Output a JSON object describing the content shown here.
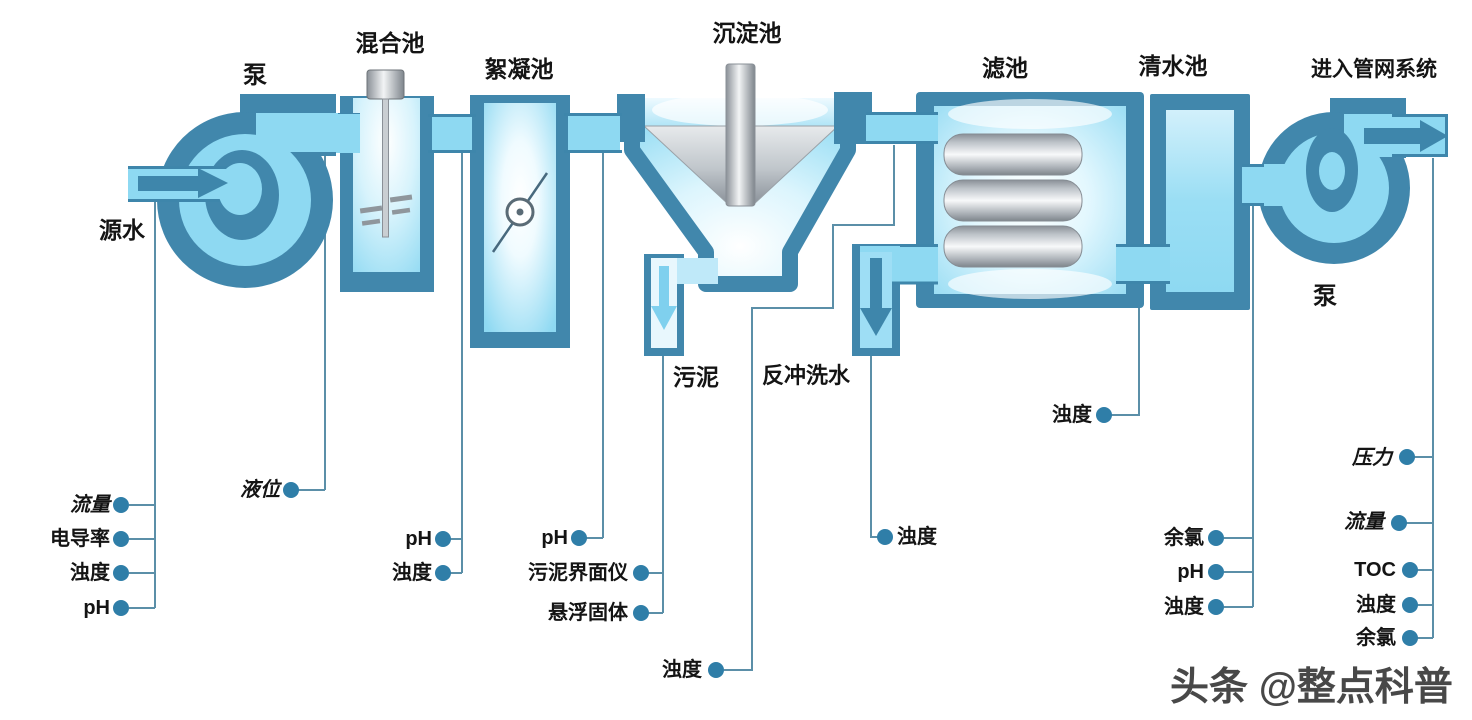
{
  "stages": {
    "pump1": "泵",
    "source": "源水",
    "mixing": "混合池",
    "flocculation": "絮凝池",
    "sedimentation": "沉淀池",
    "filter": "滤池",
    "clearwater": "清水池",
    "network": "进入管网系统",
    "pump2": "泵",
    "sludge": "污泥",
    "backwash": "反冲洗水"
  },
  "sensors": {
    "src_flow": "流量",
    "src_conductivity": "电导率",
    "src_turbidity": "浊度",
    "src_ph": "pH",
    "mix_level": "液位",
    "floc_ph": "pH",
    "floc_turbidity": "浊度",
    "sed_ph": "pH",
    "sludge_interface": "污泥界面仪",
    "suspended_solids": "悬浮固体",
    "sed_turbidity": "浊度",
    "backwash_turbidity": "浊度",
    "filter_turbidity": "浊度",
    "cw_chlorine": "余氯",
    "cw_ph": "pH",
    "cw_turbidity": "浊度",
    "out_pressure": "压力",
    "out_flow": "流量",
    "out_toc": "TOC",
    "out_turbidity": "浊度",
    "out_chlorine": "余氯"
  },
  "watermark": "头条 @整点科普",
  "colors": {
    "casing_blue": "#4187ac",
    "water_blue": "#8ed9f2",
    "sensor_line": "#5b8fa8",
    "sensor_dot": "#2f7ea8",
    "arrow_dark": "#3e86ab",
    "arrow_light": "#7fd0ee"
  }
}
